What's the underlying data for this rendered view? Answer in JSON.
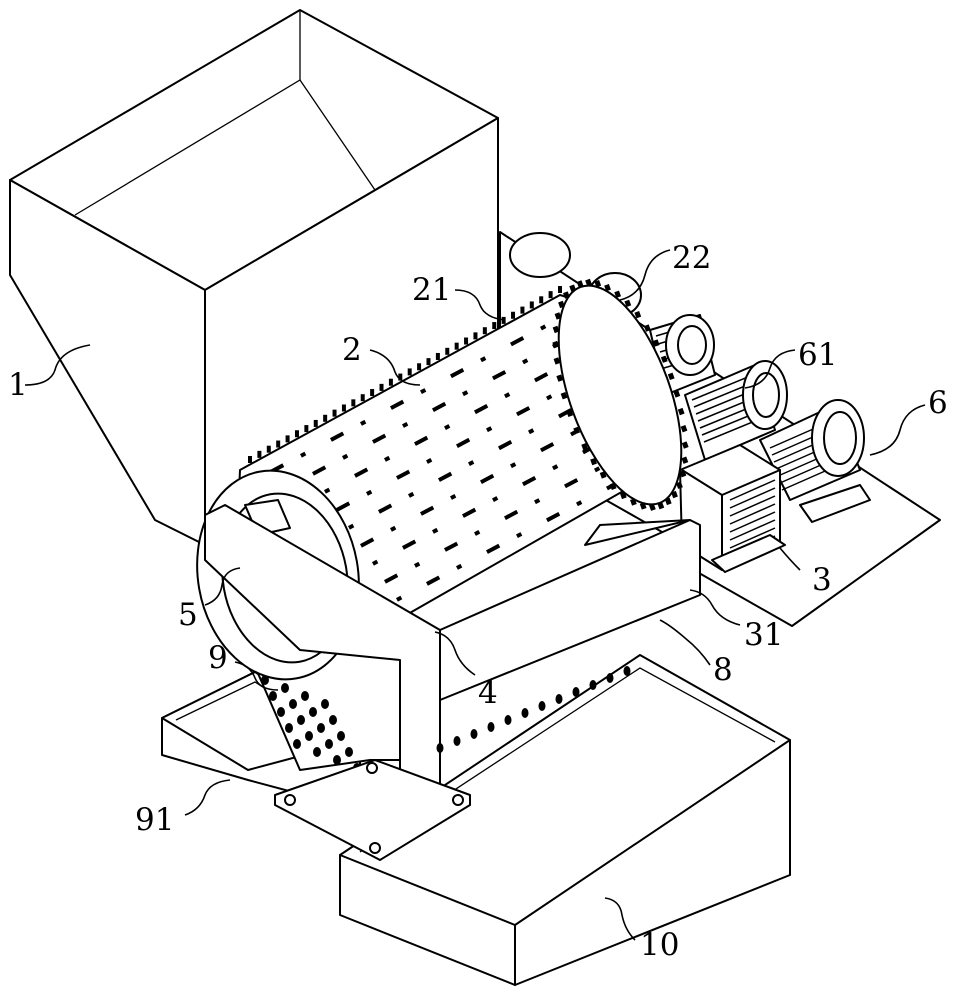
{
  "labels": {
    "l1": "1",
    "l2": "2",
    "l21": "21",
    "l22": "22",
    "l61": "61",
    "l6": "6",
    "l3": "3",
    "l31": "31",
    "l8": "8",
    "l4": "4",
    "l5": "5",
    "l9": "9",
    "l91": "91",
    "l10": "10"
  }
}
